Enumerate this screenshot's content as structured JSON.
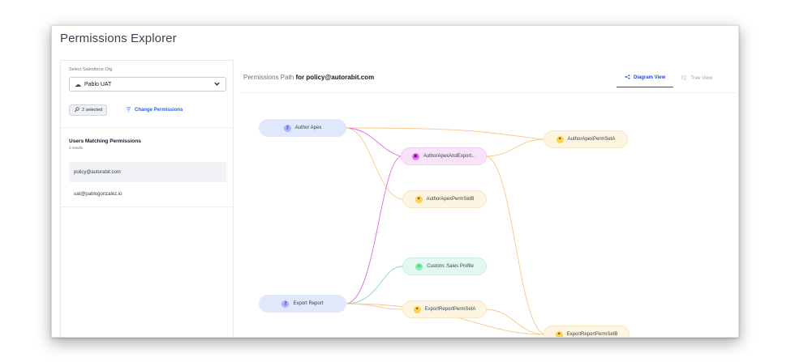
{
  "app": {
    "title": "Permissions Explorer"
  },
  "sidebar": {
    "org_label": "Select Salesforce Org",
    "org_value": "Pablo UAT",
    "selected_chip": "2 selected",
    "change_permissions": "Change Permissions",
    "users_heading": "Users Matching Permissions",
    "users_count": "2 results",
    "users": [
      {
        "email": "policy@autorabit.com"
      },
      {
        "email": "uat@pablogonzalez.io"
      }
    ]
  },
  "main": {
    "path_prefix": "Permissions Path",
    "path_for": "for policy@autorabit.com",
    "tabs": [
      {
        "label": "Diagram View",
        "active": true
      },
      {
        "label": "Tree View",
        "active": false
      }
    ]
  },
  "diagram": {
    "nodes": {
      "author_apex": "Author Apex",
      "export_report": "Export Report",
      "author_apex_and_export": "AuthorApexAndExport...",
      "author_apex_permset_b": "AuthorApexPermSetB",
      "custom_sales_profile": "Custom: Sales Profile",
      "export_report_permset_a": "ExportReportPermSetA",
      "author_apex_permset_a": "AuthorApexPermSetA",
      "export_report_permset_b": "ExportReportPermSetB"
    },
    "colors": {
      "permset_line": "#f5c98a",
      "group_line": "#e266ee",
      "profile_line": "#7dd9bd"
    }
  }
}
